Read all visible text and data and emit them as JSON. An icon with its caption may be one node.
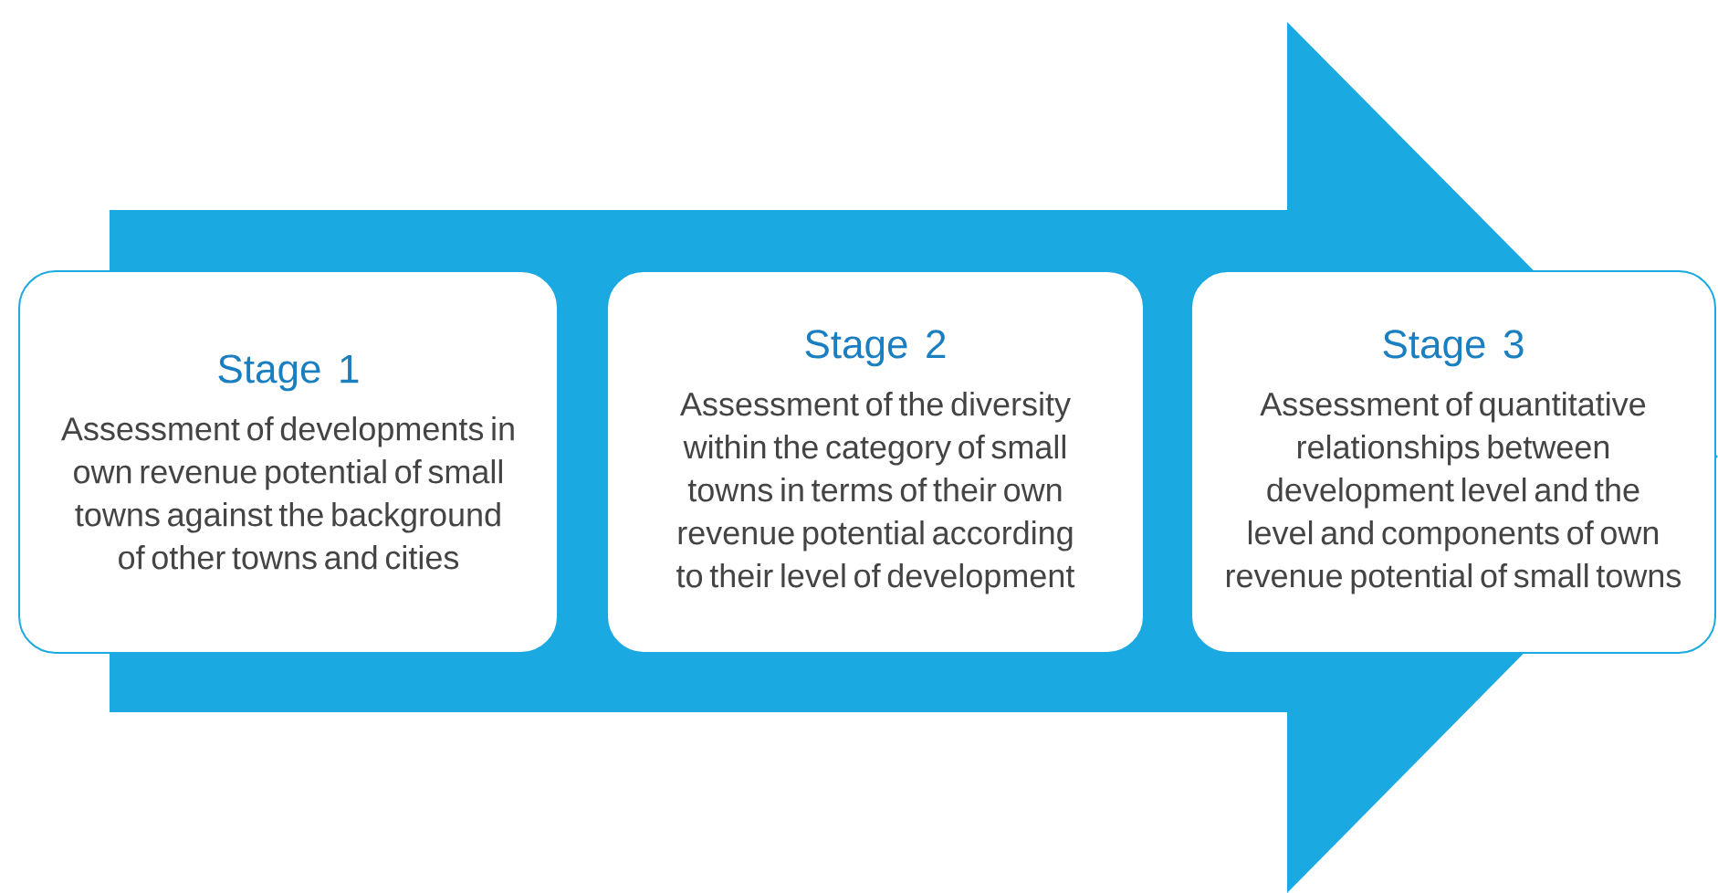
{
  "diagram": {
    "nodes": [
      {
        "text": [
          "Stage 1",
          "Assessment of developments in own revenue potential of small towns against the background of other towns and cities"
        ]
      },
      {
        "text": [
          "Stage 2",
          "Assessment of the diversity within the category of small towns in terms of their own revenue potential according to their level of development"
        ]
      },
      {
        "text": [
          "Stage 3",
          "Assessment of quantitative relationships between development level and the level and components of own revenue potential of small towns"
        ]
      }
    ],
    "edges": [
      {
        "from": 0,
        "to": 2,
        "arrow": "to"
      }
    ]
  }
}
